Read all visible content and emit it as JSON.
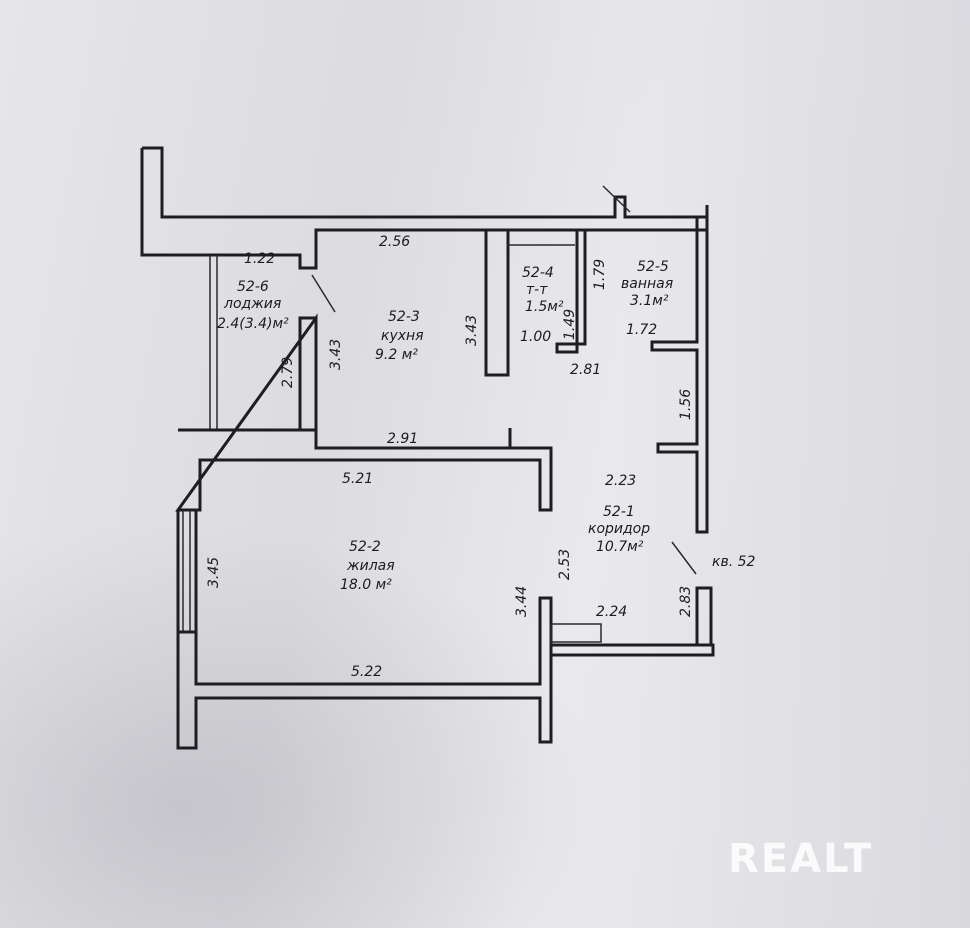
{
  "rooms": [
    {
      "id": "52-6",
      "name": "лоджия",
      "area": "2.4(3.4)м²"
    },
    {
      "id": "52-3",
      "name": "кухня",
      "area": "9.2 м²"
    },
    {
      "id": "52-4",
      "name": "т-т",
      "area": "1.5м²"
    },
    {
      "id": "52-5",
      "name": "ванная",
      "area": "3.1м²"
    },
    {
      "id": "52-2",
      "name": "жилая",
      "area": "18.0 м²"
    },
    {
      "id": "52-1",
      "name": "коридор",
      "area": "10.7м²"
    }
  ],
  "dimensions": [
    "1.22",
    "2.56",
    "1.79",
    "3.43",
    "3.43",
    "1.49",
    "1.00",
    "1.72",
    "2.79",
    "2.81",
    "1.56",
    "2.91",
    "5.21",
    "2.23",
    "3.45",
    "2.53",
    "3.44",
    "2.24",
    "2.83",
    "5.22"
  ],
  "apartment_label": "кв. 52",
  "watermark": "REALT"
}
